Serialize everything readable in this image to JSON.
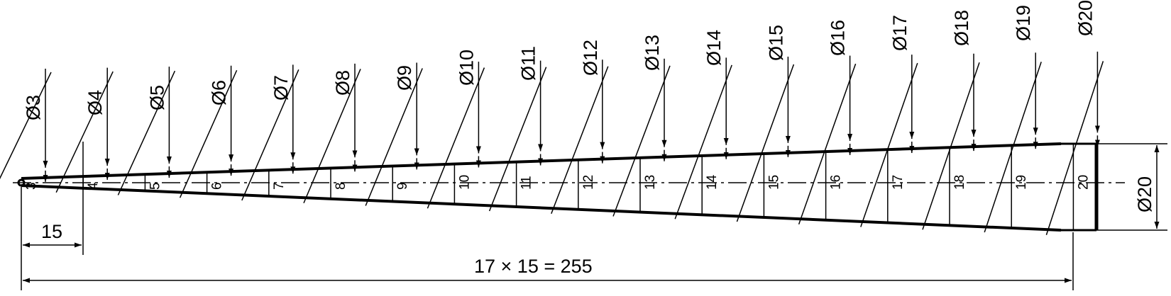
{
  "diameter_labels": [
    "Ø3",
    "Ø4",
    "Ø5",
    "Ø6",
    "Ø7",
    "Ø8",
    "Ø9",
    "Ø10",
    "Ø11",
    "Ø12",
    "Ø13",
    "Ø14",
    "Ø15",
    "Ø16",
    "Ø17",
    "Ø18",
    "Ø19",
    "Ø20"
  ],
  "section_labels": [
    "3",
    "4",
    "5",
    "6",
    "7",
    "8",
    "9",
    "10",
    "11",
    "12",
    "13",
    "14",
    "15",
    "16",
    "17",
    "18",
    "19",
    "20"
  ],
  "pitch_label": "15",
  "total_length_label": "17 × 15 = 255",
  "end_diameter_label": "Ø20",
  "colors": {
    "line": "#000000",
    "background": "#ffffff"
  }
}
